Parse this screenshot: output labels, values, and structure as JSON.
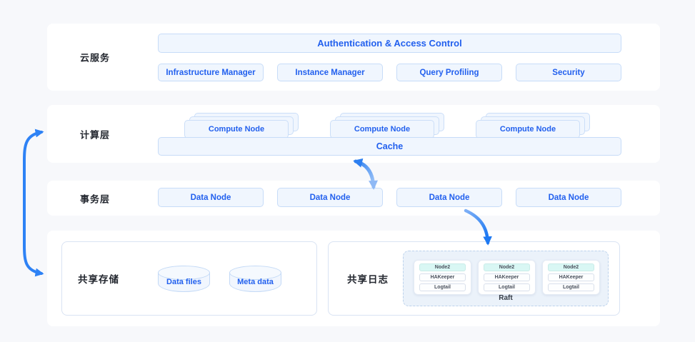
{
  "cloud": {
    "label": "云服务",
    "auth_bar": "Authentication & Access Control",
    "boxes": [
      "Infrastructure Manager",
      "Instance Manager",
      "Query Profiling",
      "Security"
    ]
  },
  "compute": {
    "label": "计算层",
    "stacks": [
      "Compute Node",
      "Compute Node",
      "Compute Node"
    ],
    "cache": "Cache"
  },
  "transaction": {
    "label": "事务层",
    "boxes": [
      "Data Node",
      "Data Node",
      "Data Node",
      "Data Node"
    ]
  },
  "storage": {
    "label": "共享存储",
    "cylinders": [
      "Data files",
      "Meta data"
    ]
  },
  "shared_log": {
    "label": "共享日志",
    "raft_label": "Raft",
    "groups": [
      {
        "rows": [
          "Node2",
          "HAKeeper",
          "Logtail"
        ]
      },
      {
        "rows": [
          "Node2",
          "HAKeeper",
          "Logtail"
        ]
      },
      {
        "rows": [
          "Node2",
          "HAKeeper",
          "Logtail"
        ]
      }
    ]
  },
  "colors": {
    "page_bg": "#F7F8FB",
    "panel_bg": "#FFFFFF",
    "box_fill": "#F0F6FE",
    "box_border": "#C7DCF8",
    "text_blue": "#2260EE",
    "label_dark": "#23272F",
    "arrow_blue": "#2E82F5",
    "node2_fill": "#D9F7F4",
    "raft_fill": "#EBF2FA"
  }
}
